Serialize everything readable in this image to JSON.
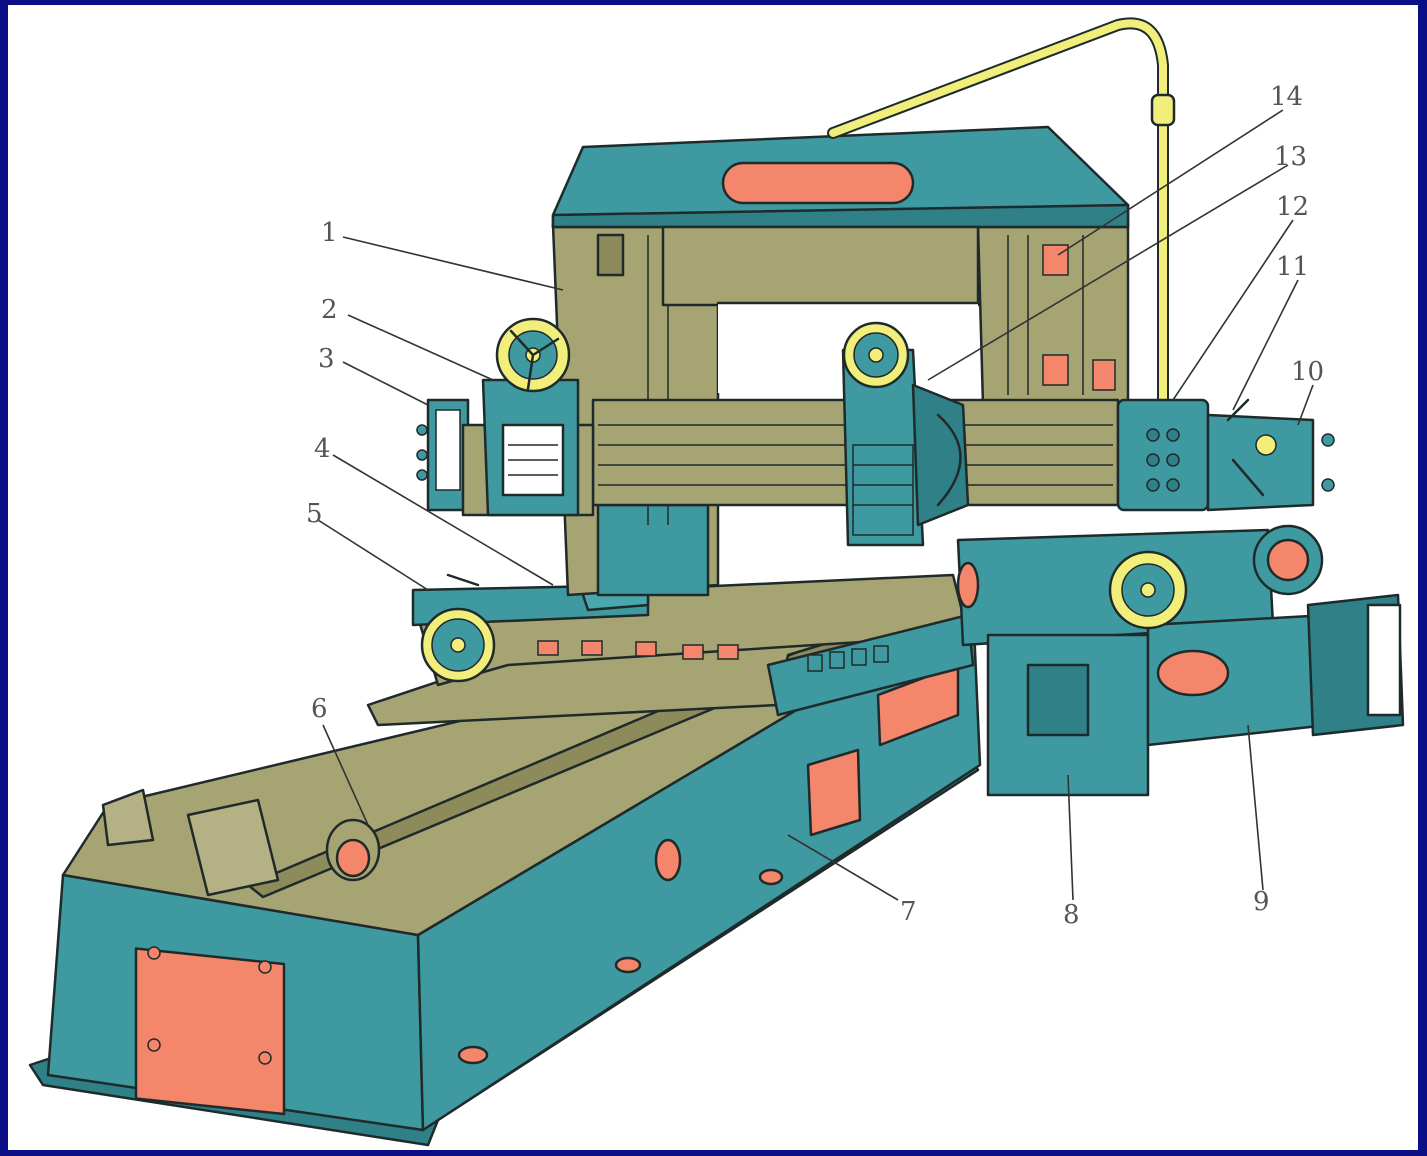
{
  "diagram": {
    "callouts": [
      "1",
      "2",
      "3",
      "4",
      "5",
      "6",
      "7",
      "8",
      "9",
      "10",
      "11",
      "12",
      "13",
      "14"
    ]
  },
  "colors": {
    "frame": "#0a0f86",
    "teal": "#3e9aa0",
    "teal_dark": "#2b7b80",
    "olive": "#a7a474",
    "olive_dark": "#8d8a5c",
    "orange": "#f3866b",
    "yellow": "#f1ee7c"
  }
}
